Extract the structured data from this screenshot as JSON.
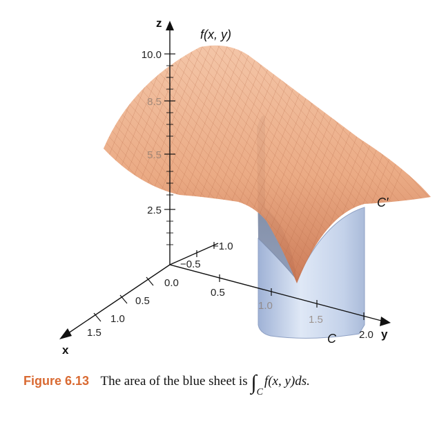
{
  "figure": {
    "z_axis_label": "z",
    "x_axis_label": "x",
    "y_axis_label": "y",
    "surface_label": "f(x, y)",
    "curve_label": "C",
    "projected_curve_label": "C′",
    "z_ticks": [
      "10.0",
      "8.5",
      "5.5",
      "2.5"
    ],
    "x_ticks": [
      "0.5",
      "1.0",
      "1.5"
    ],
    "y_ticks": [
      "0.5",
      "1.0",
      "1.5",
      "2.0"
    ],
    "neg_ticks": [
      "−1.0",
      "−0.5"
    ],
    "origin_label": "0.0",
    "colors": {
      "surface": "#e8a27a",
      "sheet": "#c9d6ec",
      "axis": "#111111",
      "caption_accent": "#d96a32"
    }
  },
  "caption": {
    "figure_number": "Figure 6.13",
    "text": "The area of the blue sheet is",
    "integral_sign": "∫",
    "integral_subscript": "C",
    "integrand": "f(x, y)ds."
  }
}
